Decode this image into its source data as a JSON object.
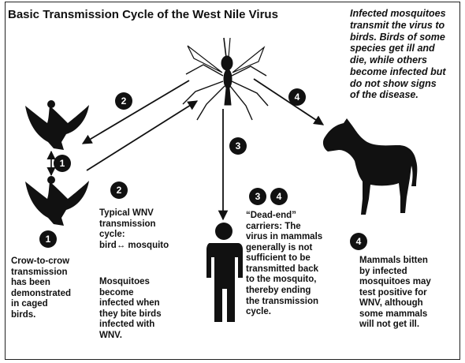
{
  "title": "Basic Transmission Cycle of the West Nile Virus",
  "top_right_note": "Infected mosquitoes\ntransmit the virus to\nbirds. Birds of some\nspecies get ill and\ndie, while others\nbecome infected but\ndo not show signs\nof the disease.",
  "step_labels": {
    "one_a": "1",
    "one_b": "1",
    "two_a": "2",
    "two_b": "2",
    "three_a": "3",
    "three_b": "3",
    "four_a": "4",
    "four_b": "4",
    "four_c": "4"
  },
  "crow_note": "Crow-to-crow\ntransmission\nhas been\ndemonstrated\nin caged\nbirds.",
  "cycle_note": "Typical WNV\ntransmission\ncycle:\nbird↔ mosquito",
  "mosquito_note": "Mosquitoes\nbecome\ninfected when\nthey bite birds\ninfected with\nWNV.",
  "deadend_note": "“Dead-end”\ncarriers: The\nvirus in mammals\ngenerally is not\nsufficient to be\ntransmitted  back\nto the mosquito,\nthereby ending\nthe transmission\ncycle.",
  "mammal_note": "Mammals bitten\nby infected\nmosquitoes may\ntest positive for\nWNV, although\nsome mammals\nwill not get ill."
}
